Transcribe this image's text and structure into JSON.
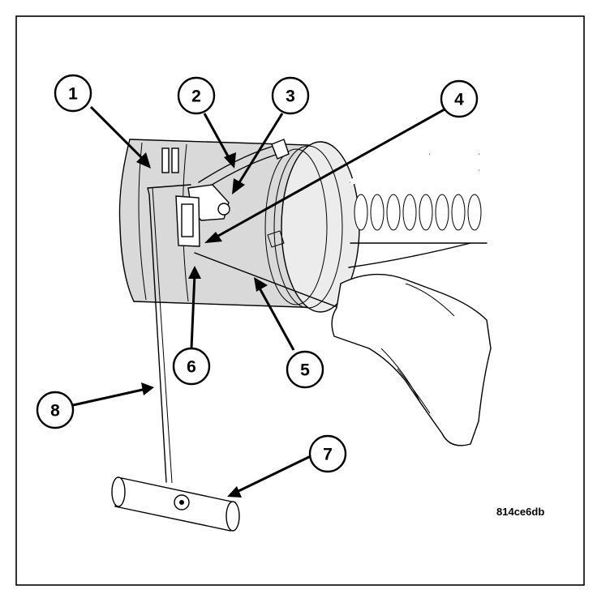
{
  "callouts": [
    {
      "id": "c1",
      "label": "1"
    },
    {
      "id": "c2",
      "label": "2"
    },
    {
      "id": "c3",
      "label": "3"
    },
    {
      "id": "c4",
      "label": "4"
    },
    {
      "id": "c5",
      "label": "5"
    },
    {
      "id": "c6",
      "label": "6"
    },
    {
      "id": "c7",
      "label": "7"
    },
    {
      "id": "c8",
      "label": "8"
    }
  ],
  "reference_code": "814ce6db"
}
